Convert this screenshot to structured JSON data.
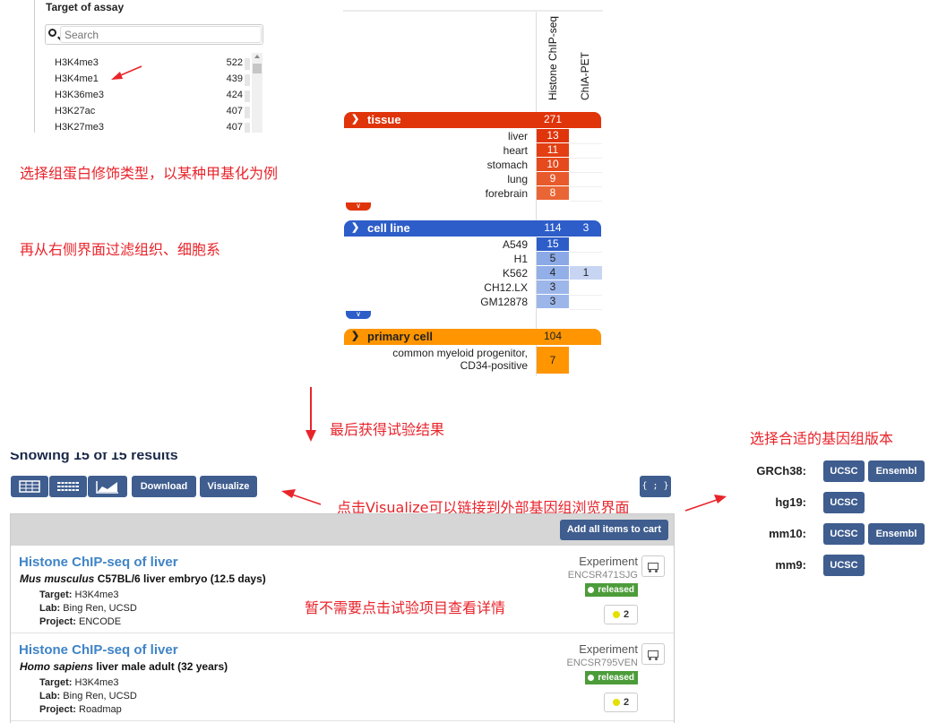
{
  "facet": {
    "title": "Target of assay",
    "search_placeholder": "Search",
    "terms": [
      {
        "term": "H3K4me3",
        "count": "522"
      },
      {
        "term": "H3K4me1",
        "count": "439"
      },
      {
        "term": "H3K36me3",
        "count": "424"
      },
      {
        "term": "H3K27ac",
        "count": "407"
      },
      {
        "term": "H3K27me3",
        "count": "407"
      }
    ]
  },
  "annotations": {
    "select_target": "选择组蛋白修饰类型，以某种甲基化为例",
    "filter_tissue": "再从右侧界面过滤组织、细胞系",
    "final_results": "最后获得试验结果",
    "choose_genome": "选择合适的基因组版本",
    "visualize_note": "点击Visualize可以链接到外部基因组浏览界面",
    "no_need_click": "暂不需要点击试验项目查看详情"
  },
  "matrix": {
    "columns": [
      "Histone ChIP-seq",
      "ChIA-PET"
    ],
    "groups": [
      {
        "name": "tissue",
        "count1": "271",
        "count2": "",
        "color": "#e0340a",
        "rows": [
          {
            "label": "liver",
            "v1": "13",
            "v2": ""
          },
          {
            "label": "heart",
            "v1": "11",
            "v2": ""
          },
          {
            "label": "stomach",
            "v1": "10",
            "v2": ""
          },
          {
            "label": "lung",
            "v1": "9",
            "v2": ""
          },
          {
            "label": "forebrain",
            "v1": "8",
            "v2": ""
          }
        ]
      },
      {
        "name": "cell line",
        "count1": "114",
        "count2": "3",
        "color": "#2d5dc8",
        "rows": [
          {
            "label": "A549",
            "v1": "15",
            "v2": ""
          },
          {
            "label": "H1",
            "v1": "5",
            "v2": ""
          },
          {
            "label": "K562",
            "v1": "4",
            "v2": "1"
          },
          {
            "label": "CH12.LX",
            "v1": "3",
            "v2": ""
          },
          {
            "label": "GM12878",
            "v1": "3",
            "v2": ""
          }
        ]
      },
      {
        "name": "primary cell",
        "count1": "104",
        "count2": "",
        "color": "#ff9500",
        "rows": [
          {
            "label": "common myeloid progenitor,",
            "label2": "CD34-positive",
            "v1": "7",
            "v2": ""
          }
        ]
      }
    ]
  },
  "results": {
    "showing": "Showing 15 of 15 results",
    "buttons": {
      "download": "Download",
      "visualize": "Visualize",
      "json": "{ ; }"
    },
    "add_all": "Add all items to cart",
    "items": [
      {
        "title": "Histone ChIP-seq of liver",
        "organism": "Mus musculus",
        "biosample": " C57BL/6 liver embryo (12.5 days)",
        "target_label": "Target:",
        "target": " H3K4me3",
        "lab_label": "Lab:",
        "lab": " Bing Ren, UCSD",
        "project_label": "Project:",
        "project": " ENCODE",
        "type": "Experiment",
        "accession": "ENCSR471SJG",
        "status": "released",
        "audit": "2"
      },
      {
        "title": "Histone ChIP-seq of liver",
        "organism": "Homo sapiens",
        "biosample": " liver male adult (32 years)",
        "target_label": "Target:",
        "target": " H3K4me3",
        "lab_label": "Lab:",
        "lab": " Bing Ren, UCSD",
        "project_label": "Project:",
        "project": " Roadmap",
        "type": "Experiment",
        "accession": "ENCSR795VEN",
        "status": "released",
        "audit": "2"
      }
    ]
  },
  "genomes": [
    {
      "name": "GRCh38:",
      "browsers": [
        "UCSC",
        "Ensembl"
      ]
    },
    {
      "name": "hg19:",
      "browsers": [
        "UCSC"
      ]
    },
    {
      "name": "mm10:",
      "browsers": [
        "UCSC",
        "Ensembl"
      ]
    },
    {
      "name": "mm9:",
      "browsers": [
        "UCSC"
      ]
    }
  ],
  "colors": {
    "accent_red": "#e8242b",
    "button_blue": "#3f5d8f",
    "link_blue": "#3f84c7",
    "released_green": "#4c9c3a"
  }
}
